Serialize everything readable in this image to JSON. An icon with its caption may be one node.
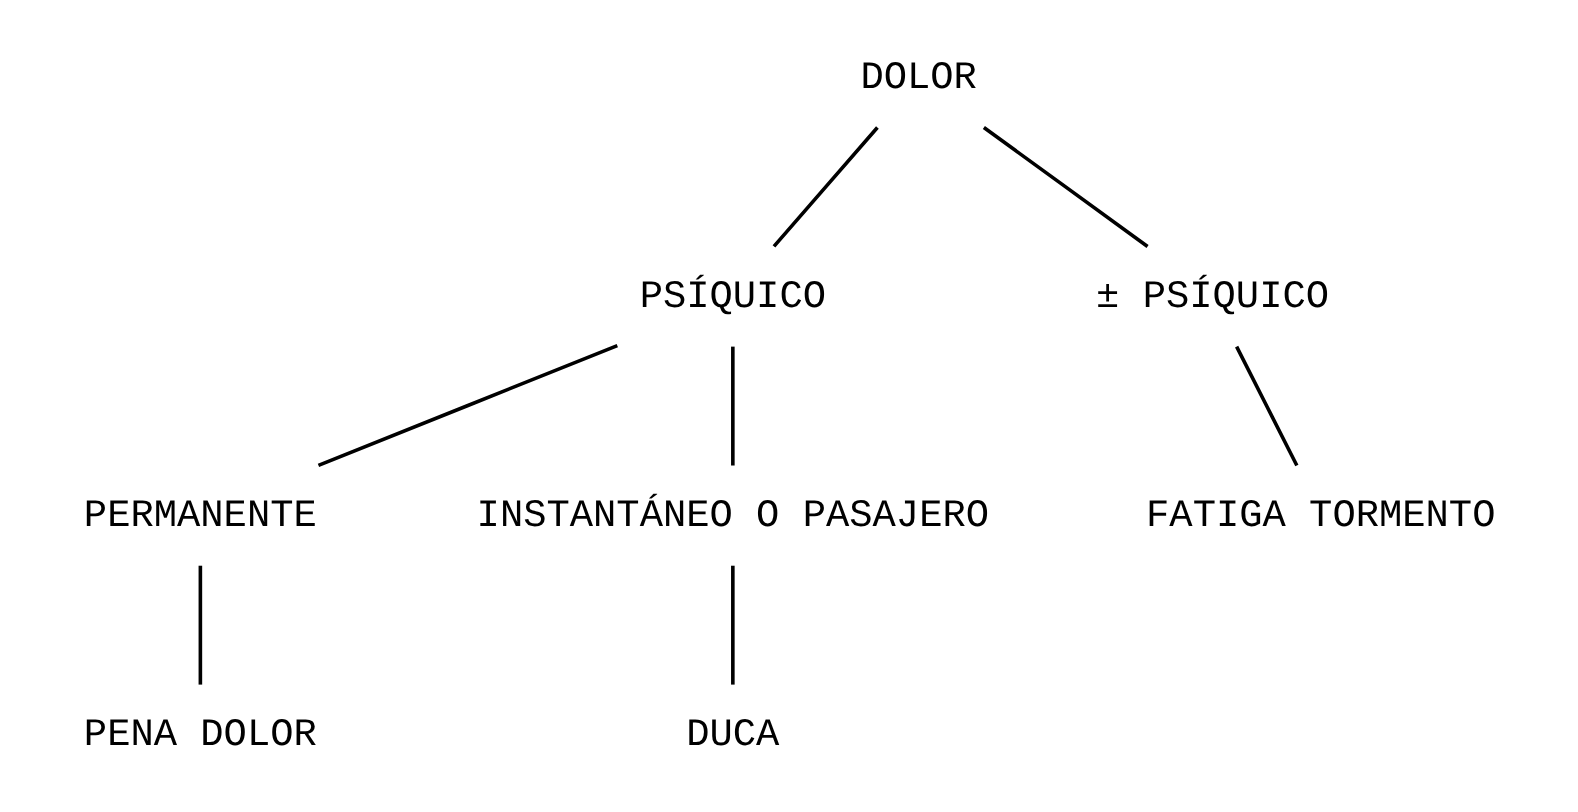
{
  "diagram": {
    "nodes": [
      {
        "text": [
          "DOLOR"
        ]
      },
      {
        "text": [
          "PSÍQUICO"
        ]
      },
      {
        "text": [
          "± PSÍQUICO"
        ]
      },
      {
        "text": [
          "PERMANENTE"
        ]
      },
      {
        "text": [
          "INSTANTÁNEO O PASAJERO"
        ]
      },
      {
        "text": [
          "PENA DOLOR"
        ]
      },
      {
        "text": [
          "DUCA"
        ]
      },
      {
        "text": [
          "FATIGA TORMENTO"
        ]
      }
    ],
    "edges": [
      {
        "from": 0,
        "to": 1,
        "arrow": "none"
      },
      {
        "from": 0,
        "to": 2,
        "arrow": "none"
      },
      {
        "from": 1,
        "to": 3,
        "arrow": "none"
      },
      {
        "from": 1,
        "to": 4,
        "arrow": "none"
      },
      {
        "from": 3,
        "to": 5,
        "arrow": "none"
      },
      {
        "from": 4,
        "to": 6,
        "arrow": "none"
      },
      {
        "from": 2,
        "to": 7,
        "arrow": "none"
      }
    ]
  }
}
